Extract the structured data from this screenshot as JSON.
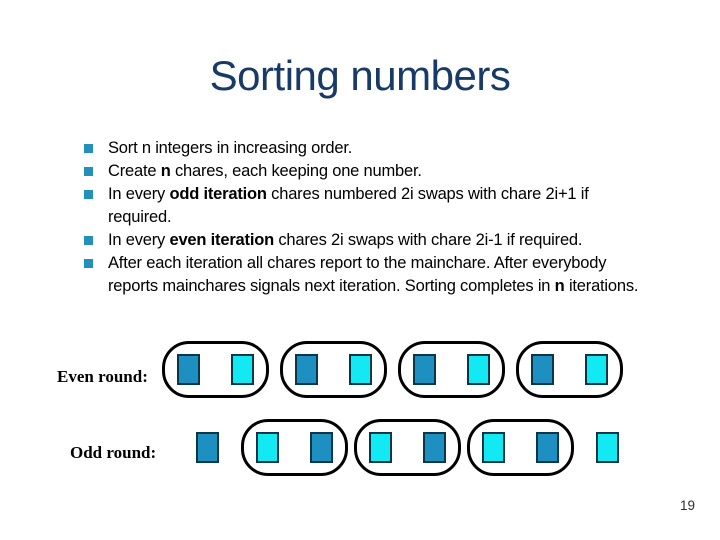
{
  "title": "Sorting numbers",
  "page_number": "19",
  "bullet_marker_color": "#2191bc",
  "bullets": [
    {
      "segments": [
        {
          "t": "Sort n integers in increasing order."
        }
      ]
    },
    {
      "segments": [
        {
          "t": "Create "
        },
        {
          "t": "n",
          "b": true
        },
        {
          "t": " chares, each keeping one number."
        }
      ]
    },
    {
      "segments": [
        {
          "t": "In every "
        },
        {
          "t": "odd iteration",
          "b": true
        },
        {
          "t": " chares numbered 2i swaps with chare 2i+1 if\nrequired."
        }
      ]
    },
    {
      "segments": [
        {
          "t": "In every "
        },
        {
          "t": "even iteration",
          "b": true
        },
        {
          "t": " chares 2i swaps with chare 2i-1 if required."
        }
      ]
    },
    {
      "segments": [
        {
          "t": "After each iteration all chares report to the mainchare. After everybody\nreports mainchares signals next iteration. Sorting completes in "
        },
        {
          "t": "n",
          "b": true
        },
        {
          "t": " iterations."
        }
      ]
    }
  ],
  "diagram": {
    "colors": {
      "dark": "#1d8fc1",
      "cyan": "#13e9f2"
    },
    "even_row": {
      "label": "Even round:",
      "items": [
        {
          "type": "group",
          "squares": [
            "dark",
            "cyan"
          ]
        },
        {
          "type": "group",
          "squares": [
            "dark",
            "cyan"
          ]
        },
        {
          "type": "group",
          "squares": [
            "dark",
            "cyan"
          ]
        },
        {
          "type": "group",
          "squares": [
            "dark",
            "cyan"
          ]
        }
      ]
    },
    "odd_row": {
      "label": "Odd round:",
      "items": [
        {
          "type": "square",
          "color": "dark"
        },
        {
          "type": "group",
          "squares": [
            "cyan",
            "dark"
          ]
        },
        {
          "type": "group",
          "squares": [
            "cyan",
            "dark"
          ]
        },
        {
          "type": "group",
          "squares": [
            "cyan",
            "dark"
          ]
        },
        {
          "type": "square",
          "color": "cyan"
        }
      ]
    }
  }
}
